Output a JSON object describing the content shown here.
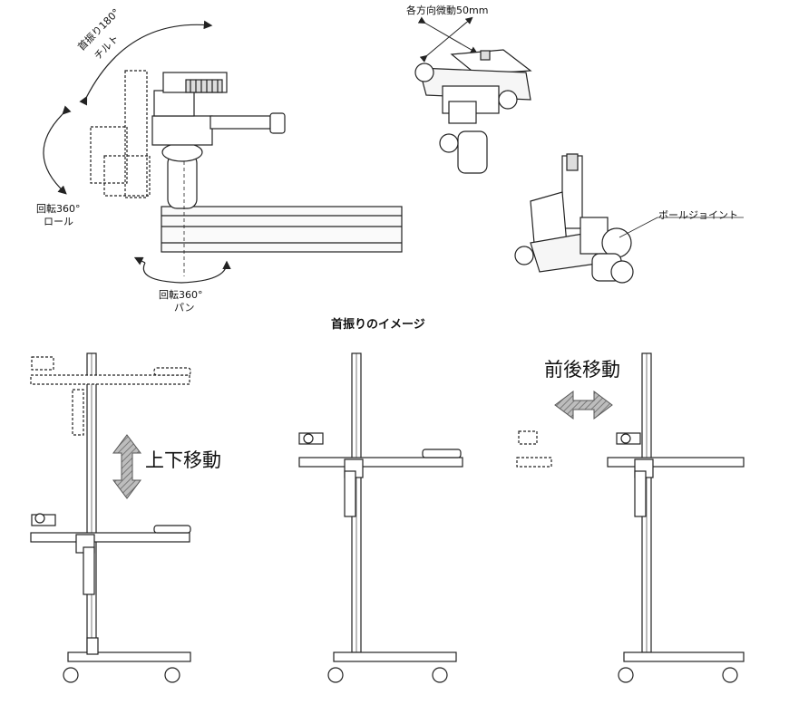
{
  "labels": {
    "tilt_line1": "首振り180°",
    "tilt_line2": "チルト",
    "roll_line1": "回転360°",
    "roll_line2": "ロール",
    "pan_line1": "回転360°",
    "pan_line2": "パン",
    "fine_adjust": "各方向微動50mm",
    "ball_joint": "ボールジョイント",
    "caption": "首振りのイメージ",
    "vertical_move": "上下移動",
    "front_back_move": "前後移動"
  }
}
